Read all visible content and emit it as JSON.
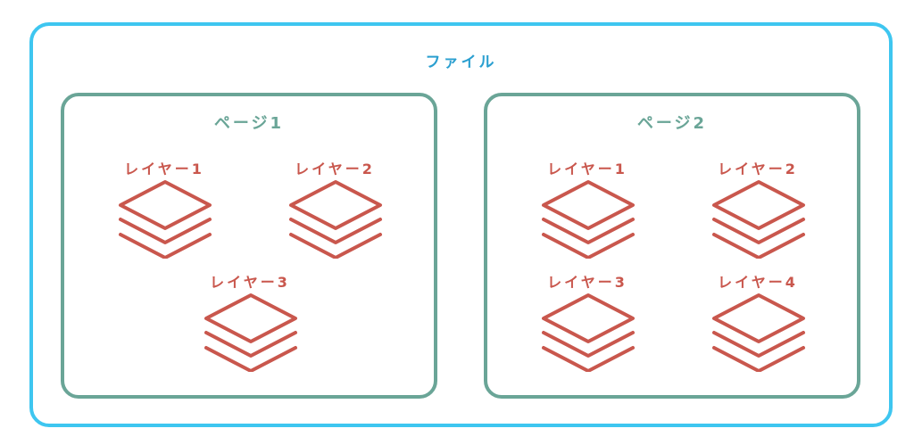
{
  "file": {
    "label": "ファイル"
  },
  "pages": [
    {
      "label": "ページ1",
      "layers": [
        "レイヤー1",
        "レイヤー2",
        "レイヤー3"
      ]
    },
    {
      "label": "ページ2",
      "layers": [
        "レイヤー1",
        "レイヤー2",
        "レイヤー3",
        "レイヤー4"
      ]
    }
  ],
  "colors": {
    "file": "#3ec6f0",
    "page": "#6aa597",
    "layer": "#c9574d"
  }
}
